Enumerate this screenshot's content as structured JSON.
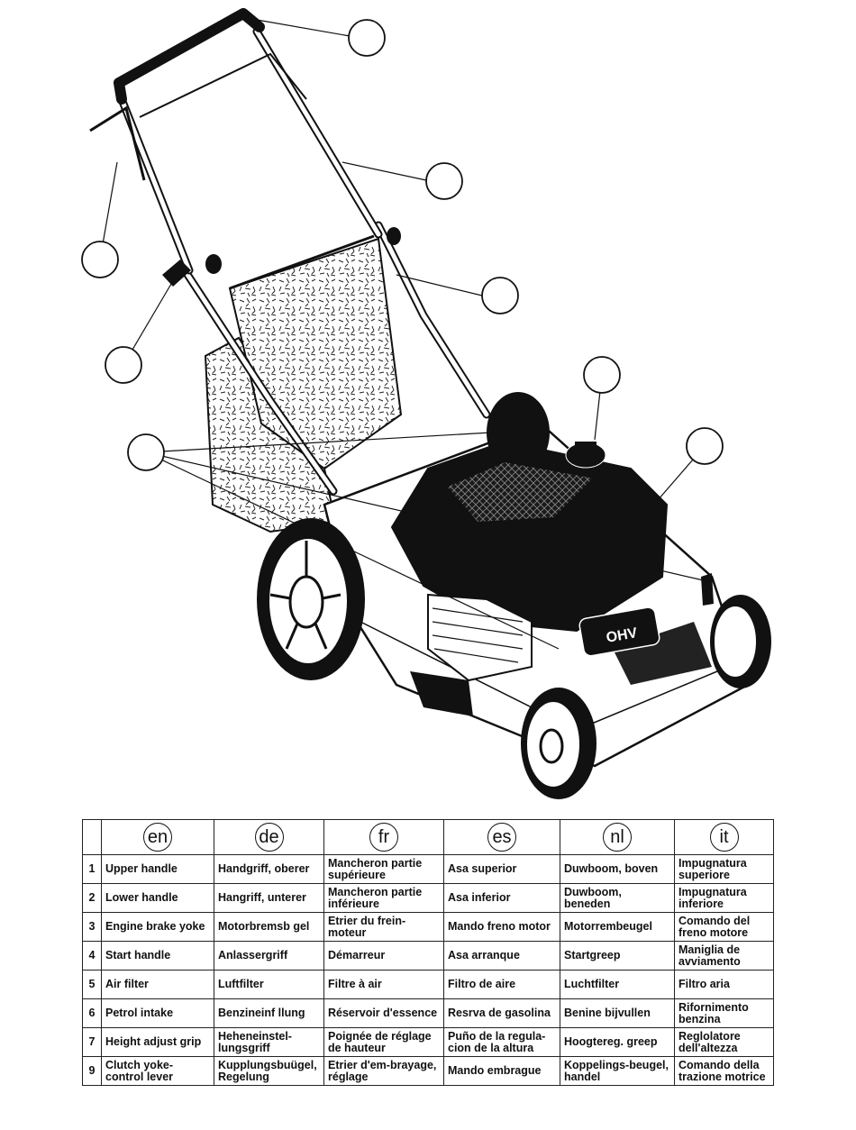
{
  "diagram": {
    "engine_badge": "OHV",
    "callout_count": 8
  },
  "table": {
    "languages": [
      "en",
      "de",
      "fr",
      "es",
      "nl",
      "it"
    ],
    "rows": [
      {
        "num": "1",
        "cells": [
          "Upper handle",
          "Handgriff, oberer",
          "Mancheron partie supérieure",
          "Asa superior",
          "Duwboom, boven",
          "Impugnatura superiore"
        ]
      },
      {
        "num": "2",
        "cells": [
          "Lower handle",
          "Hangriff, unterer",
          "Mancheron partie inférieure",
          "Asa inferior",
          "Duwboom, beneden",
          "Impugnatura inferiore"
        ]
      },
      {
        "num": "3",
        "cells": [
          "Engine brake yoke",
          "Motorbremsb gel",
          "Etrier du frein-moteur",
          "Mando freno motor",
          "Motorrembeugel",
          "Comando del freno motore"
        ]
      },
      {
        "num": "4",
        "cells": [
          "Start handle",
          "Anlassergriff",
          "Démarreur",
          "Asa arranque",
          "Startgreep",
          "Maniglia de avviamento"
        ]
      },
      {
        "num": "5",
        "cells": [
          "Air filter",
          "Luftfilter",
          "Filtre à air",
          "Filtro de aire",
          "Luchtfilter",
          "Filtro aria"
        ]
      },
      {
        "num": "6",
        "cells": [
          "Petrol intake",
          "Benzineinf llung",
          "Réservoir d'essence",
          "Resrva de gasolina",
          "Benine bijvullen",
          "Rifornimento benzina"
        ]
      },
      {
        "num": "7",
        "cells": [
          "Height adjust grip",
          "Heheneinstel-lungsgriff",
          "Poignée de réglage de hauteur",
          "Puño de la regula-cion de la altura",
          "Hoogtereg. greep",
          "Reglolatore dell'altezza"
        ]
      },
      {
        "num": "9",
        "cells": [
          "Clutch yoke-control lever",
          "Kupplungsbuügel, Regelung",
          "Etrier d'em-brayage, réglage",
          "Mando embrague",
          "Koppelings-beugel, handel",
          "Comando della trazione motrice"
        ]
      }
    ]
  }
}
